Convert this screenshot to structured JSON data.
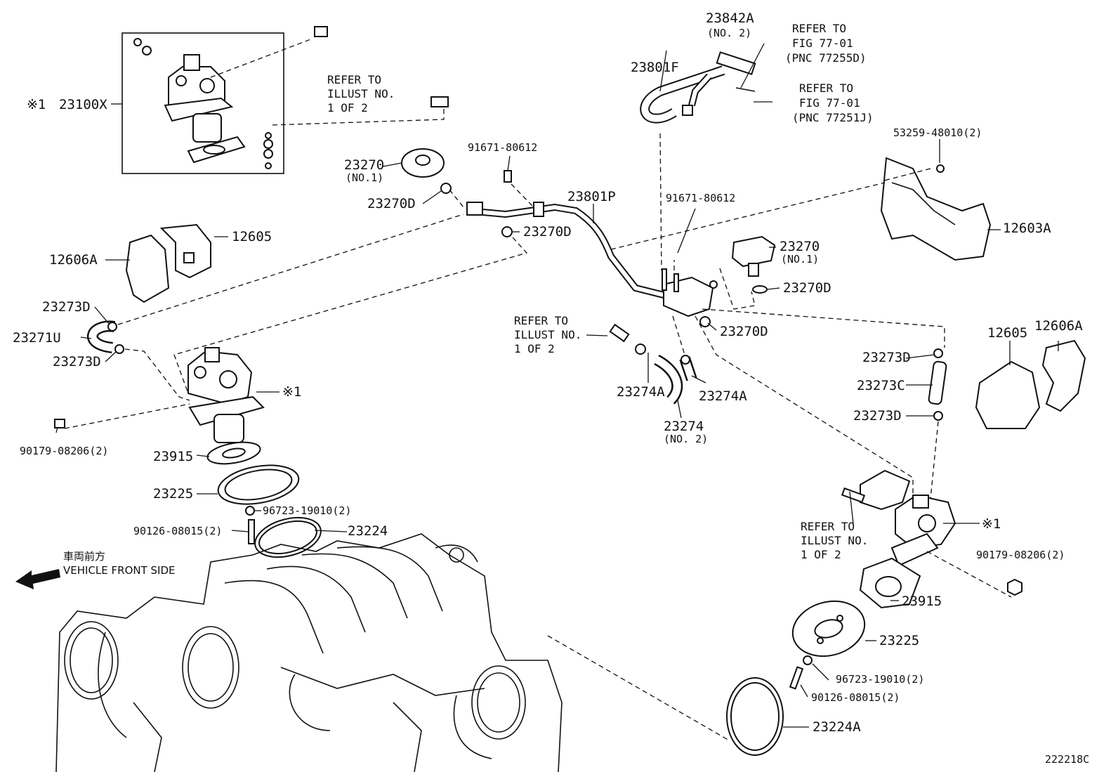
{
  "refer_illust": [
    "REFER TO",
    "ILLUST NO.",
    "1 OF 2"
  ],
  "refer_fig_a": [
    "REFER TO",
    "FIG 77-01",
    "(PNC 77255D)"
  ],
  "refer_fig_b": [
    "REFER TO",
    "FIG 77-01",
    "(PNC 77251J)"
  ],
  "mark": "※1",
  "direction": {
    "jp": "車両前方",
    "en": "VEHICLE FRONT SIDE"
  },
  "figure_code": "222218C",
  "parts": {
    "p23100X": "23100X",
    "p23842A": "23842A",
    "no2": "(NO. 2)",
    "p23801F": "23801F",
    "p53259": "53259-48010(2)",
    "p91671": "91671-80612",
    "p23270": "23270",
    "no1": "(NO.1)",
    "p23270D": "23270D",
    "p23801P": "23801P",
    "p12605": "12605",
    "p12606A": "12606A",
    "p12603A": "12603A",
    "p23273D": "23273D",
    "p23271U": "23271U",
    "p23273C": "23273C",
    "p23274A": "23274A",
    "p23274": "23274",
    "p90179": "90179-08206(2)",
    "p23915": "23915",
    "p23225": "23225",
    "p96723": "96723-19010(2)",
    "p90126": "90126-08015(2)",
    "p23224": "23224",
    "p23224A": "23224A"
  }
}
